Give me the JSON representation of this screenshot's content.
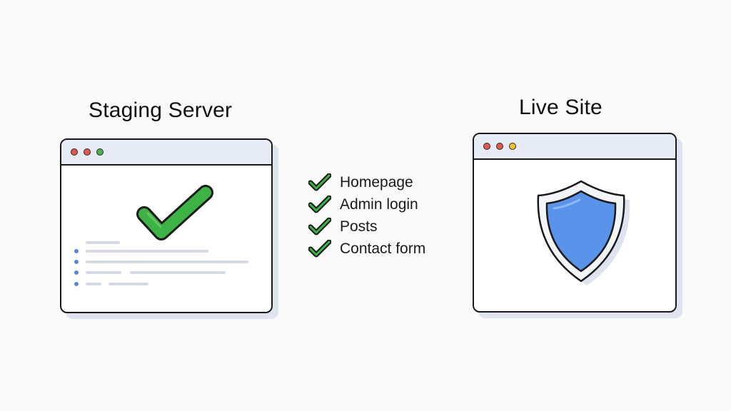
{
  "staging": {
    "title": "Staging Server",
    "window_dots": [
      "#e0584c",
      "#e0584c",
      "#4caf50"
    ]
  },
  "live": {
    "title": "Live Site",
    "window_dots": [
      "#e0584c",
      "#e0584c",
      "#f2c12e"
    ]
  },
  "checklist": {
    "items": [
      "Homepage",
      "Admin login",
      "Posts",
      "Contact form"
    ]
  },
  "colors": {
    "check_green": "#3db346",
    "shield_blue": "#5a93ea",
    "titlebar": "#e7ebf5",
    "line_gray": "#d6dae3",
    "bullet_blue": "#5b86d6"
  },
  "icons": {
    "staging_main": "checkmark-icon",
    "live_main": "shield-icon",
    "list_item": "checkmark-icon"
  }
}
